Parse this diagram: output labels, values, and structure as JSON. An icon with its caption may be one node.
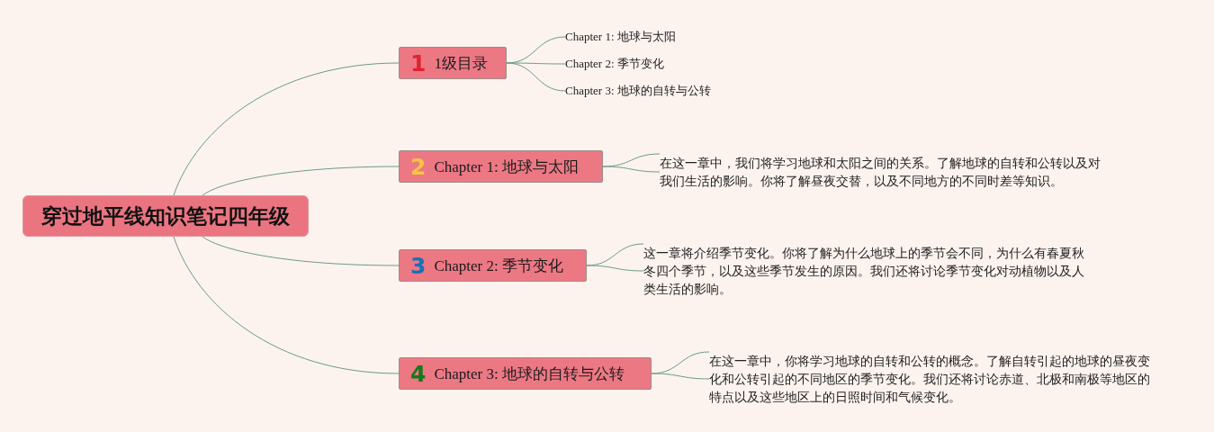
{
  "diagram": {
    "nodes": [
      {
        "text": [
          "穿过地平线知识笔记四年级"
        ]
      },
      {
        "text": [
          "1",
          "1级目录"
        ]
      },
      {
        "text": [
          "Chapter 1: 地球与太阳"
        ]
      },
      {
        "text": [
          "Chapter 2: 季节变化"
        ]
      },
      {
        "text": [
          "Chapter 3: 地球的自转与公转"
        ]
      },
      {
        "text": [
          "2",
          "Chapter 1: 地球与太阳"
        ]
      },
      {
        "text": [
          "在这一章中，我们将学习地球和太阳之间的关系。了解地球的自转和公转以及对我们生活的影响。你将了解昼夜交替，以及不同地方的不同时差等知识。"
        ]
      },
      {
        "text": [
          "3",
          "Chapter 2: 季节变化"
        ]
      },
      {
        "text": [
          "这一章将介绍季节变化。你将了解为什么地球上的季节会不同，为什么有春夏秋冬四个季节，以及这些季节发生的原因。我们还将讨论季节变化对动植物以及人类生活的影响。"
        ]
      },
      {
        "text": [
          "4",
          "Chapter 3: 地球的自转与公转"
        ]
      },
      {
        "text": [
          "在这一章中，你将学习地球的自转和公转的概念。了解自转引起的地球的昼夜变化和公转引起的不同地区的季节变化。我们还将讨论赤道、北极和南极等地区的特点以及这些地区上的日照时间和气候变化。"
        ]
      }
    ],
    "edges": [
      {
        "from": 0,
        "to": 1,
        "arrow": "none"
      },
      {
        "from": 0,
        "to": 5,
        "arrow": "none"
      },
      {
        "from": 0,
        "to": 7,
        "arrow": "none"
      },
      {
        "from": 0,
        "to": 9,
        "arrow": "none"
      },
      {
        "from": 1,
        "to": 2,
        "arrow": "none"
      },
      {
        "from": 1,
        "to": 3,
        "arrow": "none"
      },
      {
        "from": 1,
        "to": 4,
        "arrow": "none"
      },
      {
        "from": 5,
        "to": 6,
        "arrow": "none"
      },
      {
        "from": 5,
        "to": 6,
        "arrow": "none"
      },
      {
        "from": 7,
        "to": 8,
        "arrow": "none"
      },
      {
        "from": 7,
        "to": 8,
        "arrow": "none"
      },
      {
        "from": 9,
        "to": 10,
        "arrow": "none"
      },
      {
        "from": 9,
        "to": 10,
        "arrow": "none"
      }
    ]
  }
}
